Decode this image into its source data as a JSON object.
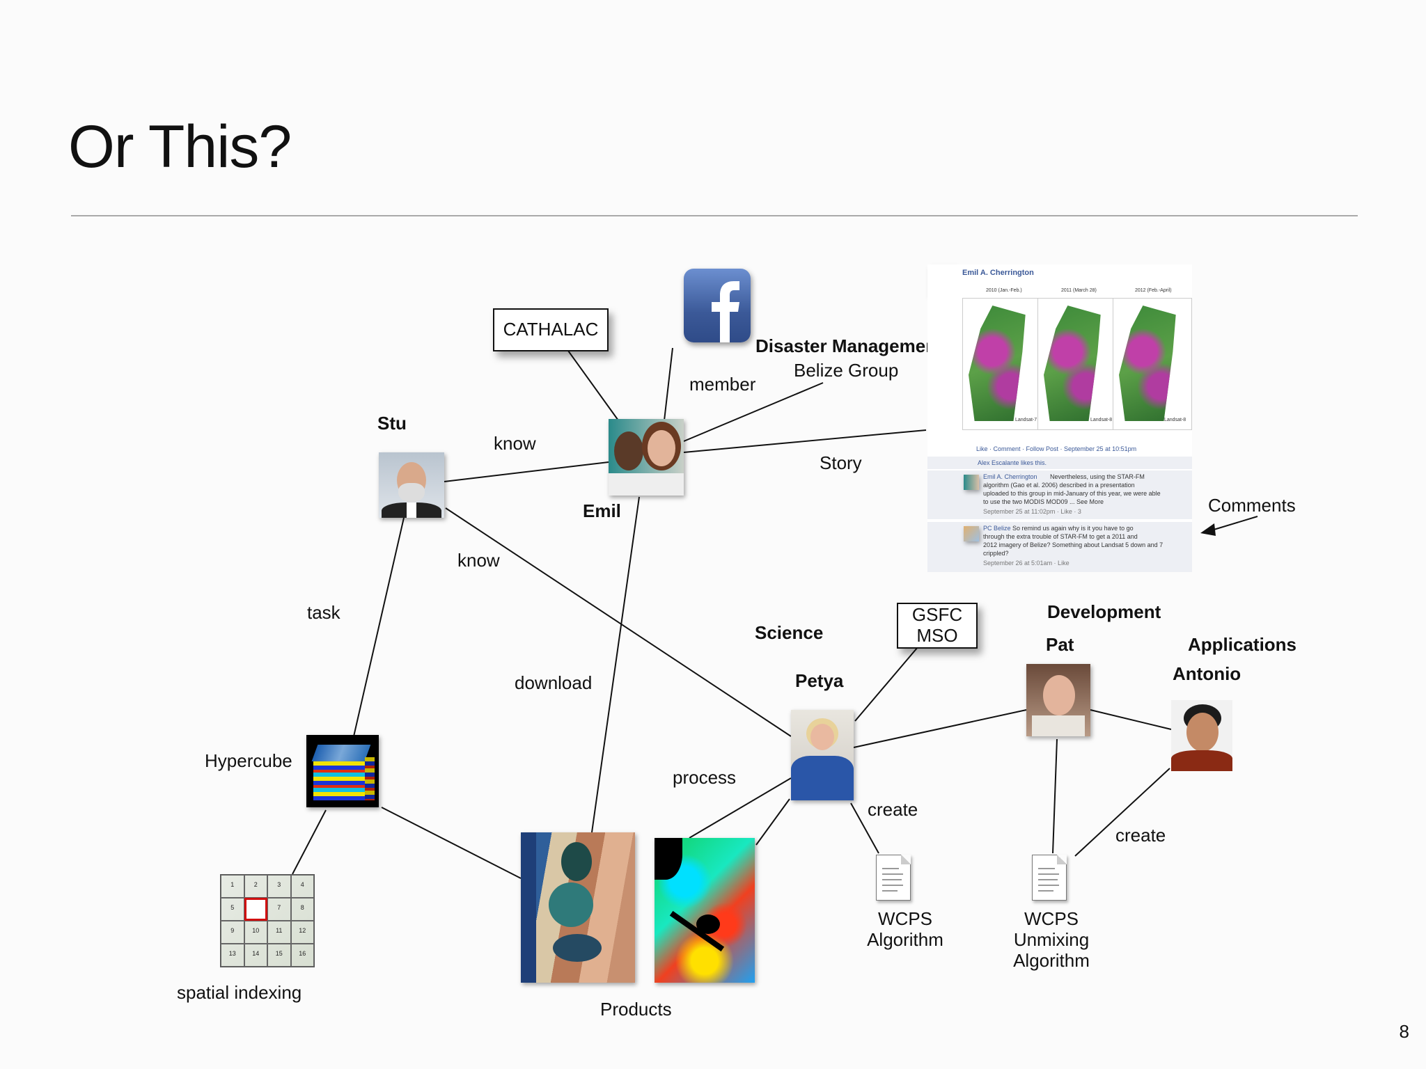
{
  "slide": {
    "title": "Or This?",
    "page_number": "8"
  },
  "nodes": {
    "cathalac": "CATHALAC",
    "gsfc_line1": "GSFC",
    "gsfc_line2": "MSO",
    "stu": "Stu",
    "emil": "Emil",
    "petya": "Petya",
    "pat": "Pat",
    "antonio": "Antonio",
    "hypercube": "Hypercube",
    "spatial_indexing": "spatial indexing",
    "products": "Products",
    "wcps_algorithm_line1": "WCPS",
    "wcps_algorithm_line2": "Algorithm",
    "wcps_unmixing_line1": "WCPS",
    "wcps_unmixing_line2": "Unmixing",
    "wcps_unmixing_line3": "Algorithm",
    "comments": "Comments"
  },
  "groups": {
    "disaster_management": "Disaster Management",
    "belize_group": "Belize Group",
    "science": "Science",
    "development": "Development",
    "applications": "Applications"
  },
  "edge_labels": {
    "know_1": "know",
    "know_2": "know",
    "member": "member",
    "story": "Story",
    "task": "task",
    "download": "download",
    "process": "process",
    "create_1": "create",
    "create_2": "create"
  },
  "grid_cells": [
    "1",
    "2",
    "3",
    "4",
    "5",
    "",
    "7",
    "8",
    "9",
    "10",
    "11",
    "12",
    "13",
    "14",
    "15",
    "16"
  ],
  "facebook_post": {
    "author": "Emil A. Cherrington",
    "map_captions": [
      "2010 (Jan.-Feb.)",
      "2011 (March 28)",
      "2012 (Feb.-April)"
    ],
    "map_footers": [
      "Landsat-7",
      "Landsat-8",
      "Landsat-8"
    ],
    "actions": "Like · Comment · Follow Post · September 25 at 10:51pm",
    "likes": "Alex Escalante likes this.",
    "comment1_author": "Emil A. Cherrington",
    "comment1_text_1": "Nevertheless, using the STAR-FM",
    "comment1_text_2": "algorithm (Gao et al. 2006) described in a presentation",
    "comment1_text_3": "uploaded to this group in mid-January of this year, we were able",
    "comment1_text_4": "to use the two MODIS MOD09 ... See More",
    "comment1_meta": "September 25 at 11:02pm · Like · 3",
    "comment2_author": "PC Belize",
    "comment2_text_1": "So remind us again why is it you have to go",
    "comment2_text_2": "through the extra trouble of STAR-FM to get a 2011 and",
    "comment2_text_3": "2012 imagery of Belize? Something about Landsat 5 down and 7",
    "comment2_text_4": "crippled?",
    "comment2_meta": "September 26 at 5:01am · Like"
  },
  "icons": {
    "facebook": "facebook-logo-icon",
    "document": "document-icon",
    "arrow": "arrow-icon"
  }
}
